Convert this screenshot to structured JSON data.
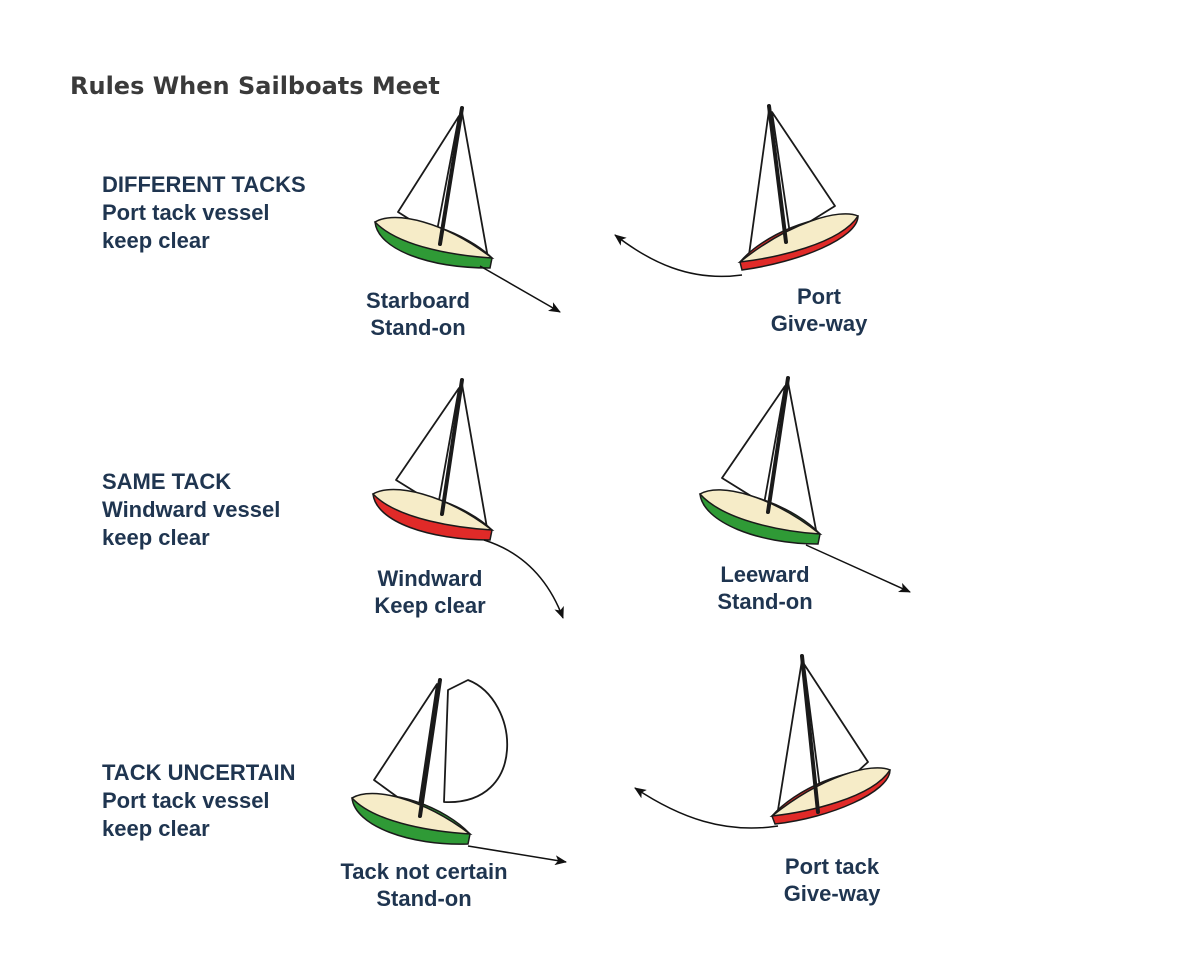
{
  "title": "Rules When Sailboats Meet",
  "colors": {
    "starboard_hull": "#2f9a36",
    "port_hull": "#e02a28",
    "deck": "#f6ecc8",
    "text": "#1f3550"
  },
  "rules": [
    {
      "heading": "DIFFERENT TACKS",
      "line1": "Port tack vessel",
      "line2": "keep clear",
      "left_boat": {
        "line1": "Starboard",
        "line2": "Stand-on",
        "hull": "starboard"
      },
      "right_boat": {
        "line1": "Port",
        "line2": "Give-way",
        "hull": "port"
      }
    },
    {
      "heading": "SAME TACK",
      "line1": "Windward vessel",
      "line2": "keep clear",
      "left_boat": {
        "line1": "Windward",
        "line2": "Keep clear",
        "hull": "port"
      },
      "right_boat": {
        "line1": "Leeward",
        "line2": "Stand-on",
        "hull": "starboard"
      }
    },
    {
      "heading": "TACK UNCERTAIN",
      "line1": "Port tack vessel",
      "line2": "keep clear",
      "left_boat": {
        "line1": "Tack not certain",
        "line2": "Stand-on",
        "hull": "starboard"
      },
      "right_boat": {
        "line1": "Port tack",
        "line2": "Give-way",
        "hull": "port"
      }
    }
  ]
}
